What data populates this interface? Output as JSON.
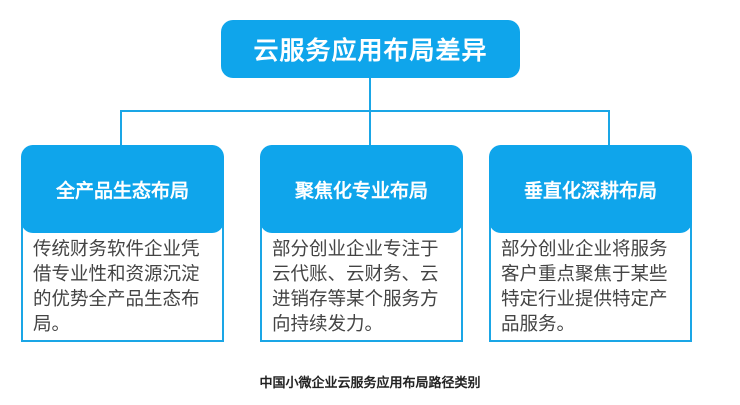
{
  "title": "云服务应用布局差异",
  "cards": [
    {
      "heading": "全产品生态布局",
      "body": "传统财务软件企业凭借专业性和资源沉淀的优势全产品生态布局。"
    },
    {
      "heading": "聚焦化专业布局",
      "body": "部分创业企业专注于云代账、云财务、云进销存等某个服务方向持续发力。"
    },
    {
      "heading": "垂直化深耕布局",
      "body": "部分创业企业将服务客户重点聚焦于某些特定行业提供特定产品服务。"
    }
  ],
  "caption": "中国小微企业云服务应用布局路径类别"
}
